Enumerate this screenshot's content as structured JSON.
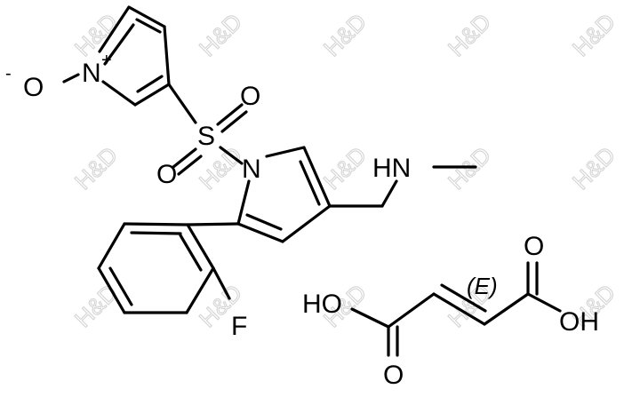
{
  "watermark": "H&D",
  "atoms": {
    "n_oxide_o": "O",
    "n_oxide_o_charge": "-",
    "n_oxide_n": "N",
    "n_oxide_n_charge": "+",
    "sulfur": "S",
    "sulfonyl_o_top": "O",
    "sulfonyl_o_bottom": "O",
    "pyrrole_n": "N",
    "amine": "HN",
    "fluorine": "F",
    "acid_oh_left": "HO",
    "acid_o_bottom": "O",
    "acid_o_top": "O",
    "acid_oh_right": "OH"
  },
  "stereo_label": "(E)"
}
